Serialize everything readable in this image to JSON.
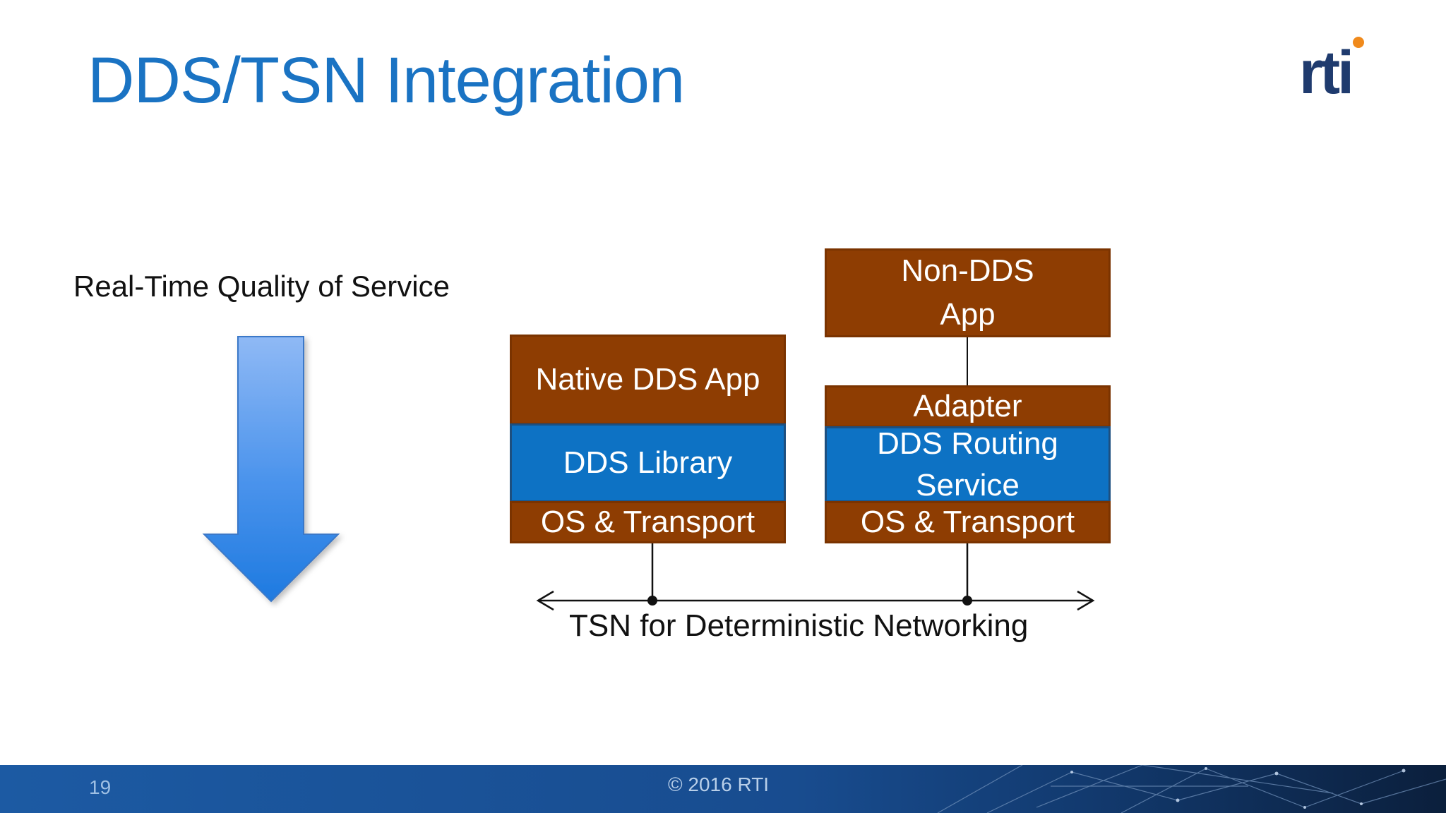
{
  "slide": {
    "title": "DDS/TSN Integration",
    "logo_text": "rti",
    "qos_label": "Real-Time Quality of Service",
    "tsn_label": "TSN for Deterministic Networking"
  },
  "left_stack": {
    "app": "Native DDS App",
    "library": "DDS Library",
    "transport": "OS & Transport"
  },
  "right_stack": {
    "app_line1": "Non-DDS",
    "app_line2": "App",
    "adapter": "Adapter",
    "routing_line1": "DDS Routing",
    "routing_line2": "Service",
    "transport": "OS & Transport"
  },
  "footer": {
    "page_number": "19",
    "copyright": "© 2016 RTI"
  },
  "colors": {
    "title": "#1a73c3",
    "layer_brown": "#8e3d02",
    "layer_blue": "#0d72c4",
    "arrow_blue": "#2a86e8",
    "footer_blue": "#1c5aa3",
    "logo_navy": "#1f3b6e",
    "logo_orange": "#f08a1c"
  }
}
